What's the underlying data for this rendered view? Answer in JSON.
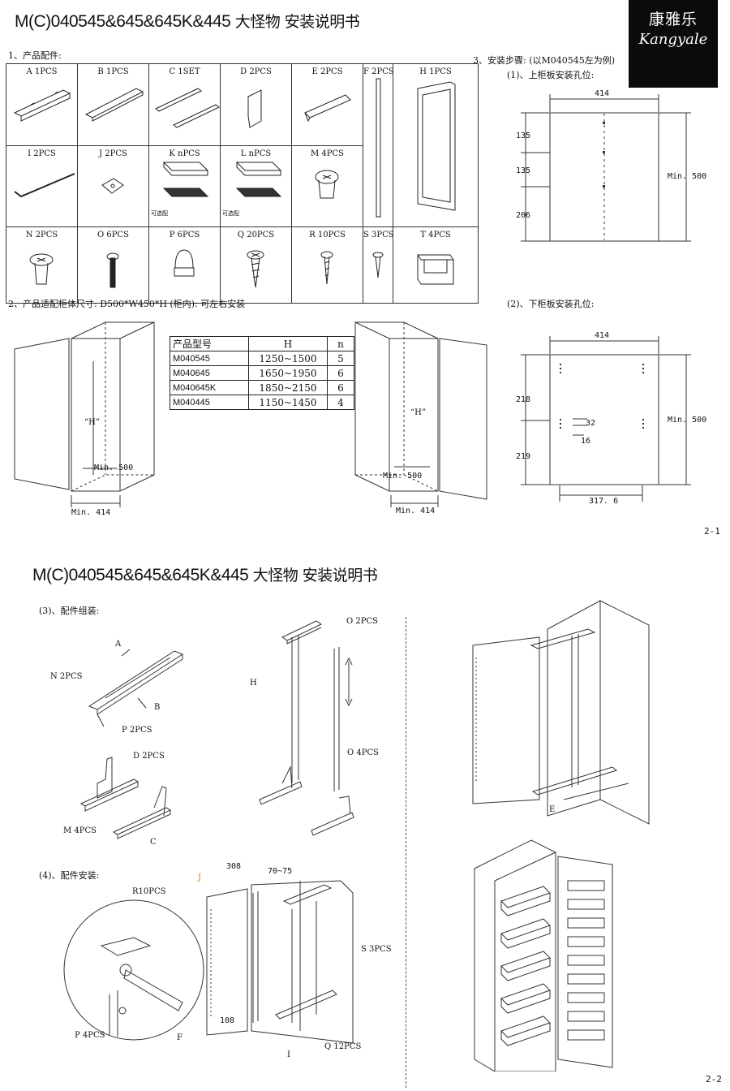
{
  "page1": {
    "title_code": "M(C)040545&645&645K&445",
    "title_cn": "大怪物  安装说明书",
    "logo": {
      "cn": "康雅乐",
      "en": "Kangyale"
    },
    "sec_parts": "1、产品配件:",
    "parts": [
      {
        "id": "A",
        "qty": "1PCS"
      },
      {
        "id": "B",
        "qty": "1PCS"
      },
      {
        "id": "C",
        "qty": "1SET"
      },
      {
        "id": "D",
        "qty": "2PCS"
      },
      {
        "id": "E",
        "qty": "2PCS"
      },
      {
        "id": "F",
        "qty": "2PCS"
      },
      {
        "id": "H",
        "qty": "1PCS"
      },
      {
        "id": "I",
        "qty": "2PCS"
      },
      {
        "id": "J",
        "qty": "2PCS"
      },
      {
        "id": "K",
        "qty": "nPCS"
      },
      {
        "id": "L",
        "qty": "nPCS"
      },
      {
        "id": "M",
        "qty": "4PCS"
      },
      {
        "id": "N",
        "qty": "2PCS"
      },
      {
        "id": "O",
        "qty": "6PCS"
      },
      {
        "id": "P",
        "qty": "6PCS"
      },
      {
        "id": "Q",
        "qty": "20PCS"
      },
      {
        "id": "R",
        "qty": "10PCS"
      },
      {
        "id": "S",
        "qty": "3PCS"
      },
      {
        "id": "T",
        "qty": "4PCS"
      }
    ],
    "optional_note": "可选配",
    "sec_fit": "2、产品适配柜体尺寸: D500*W450*H (柜内): 可左右安装",
    "model_table": {
      "headers": [
        "产品型号",
        "H",
        "n"
      ],
      "rows": [
        [
          "M040545",
          "1250~1500",
          "5"
        ],
        [
          "M040645",
          "1650~1950",
          "6"
        ],
        [
          "M040645K",
          "1850~2150",
          "6"
        ],
        [
          "M040445",
          "1150~1450",
          "4"
        ]
      ]
    },
    "cabinet_labels": {
      "h": "“H”",
      "min500": "Min. 500",
      "min414": "Min. 414"
    },
    "sec_steps": "3、安装步骤: (以M040545左为例)",
    "step1": "(1)、上柜板安装孔位:",
    "step2": "(2)、下柜板安装孔位:",
    "top_dims": {
      "w": "414",
      "a": "135",
      "b": "135",
      "c": "206",
      "min": "Min. 500"
    },
    "bottom_dims": {
      "w": "414",
      "a": "218",
      "b": "219",
      "c": "32",
      "d": "16",
      "e": "317. 6",
      "min": "Min. 500"
    },
    "page_no": "2-1"
  },
  "page2": {
    "title_code": "M(C)040545&645&645K&445",
    "title_cn": "大怪物  安装说明书",
    "sec3": "(3)、配件组装:",
    "sec4": "(4)、配件安装:",
    "callouts": {
      "A": "A",
      "N": "N  2PCS",
      "B": "B",
      "P": "P  2PCS",
      "D": "D  2PCS",
      "M": "M  4PCS",
      "C": "C",
      "O2": "O  2PCS",
      "H": "H",
      "O4": "O  4PCS",
      "E": "E",
      "J": "J",
      "R": "R10PCS",
      "S": "S  3PCS",
      "Q": "Q  12PCS",
      "I": "I",
      "F": "F",
      "P4": "P  4PCS",
      "d308": "308",
      "d70": "70~75",
      "d108": "108"
    },
    "page_no": "2-2"
  }
}
